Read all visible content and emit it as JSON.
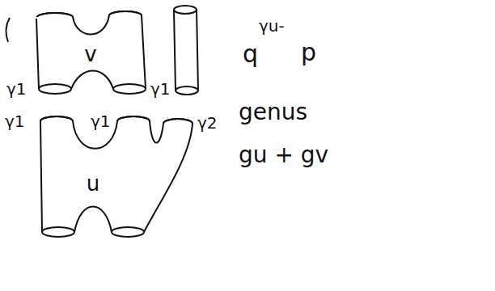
{
  "diagram": {
    "nodes": [
      {
        "text": [
          "v"
        ]
      },
      {
        "text": [
          "u"
        ]
      }
    ],
    "labels": [
      "γ1",
      "γ1",
      "γ1",
      "γ1",
      "γ2",
      "q",
      "γu-",
      "p",
      "genus",
      "gu + gv"
    ]
  }
}
